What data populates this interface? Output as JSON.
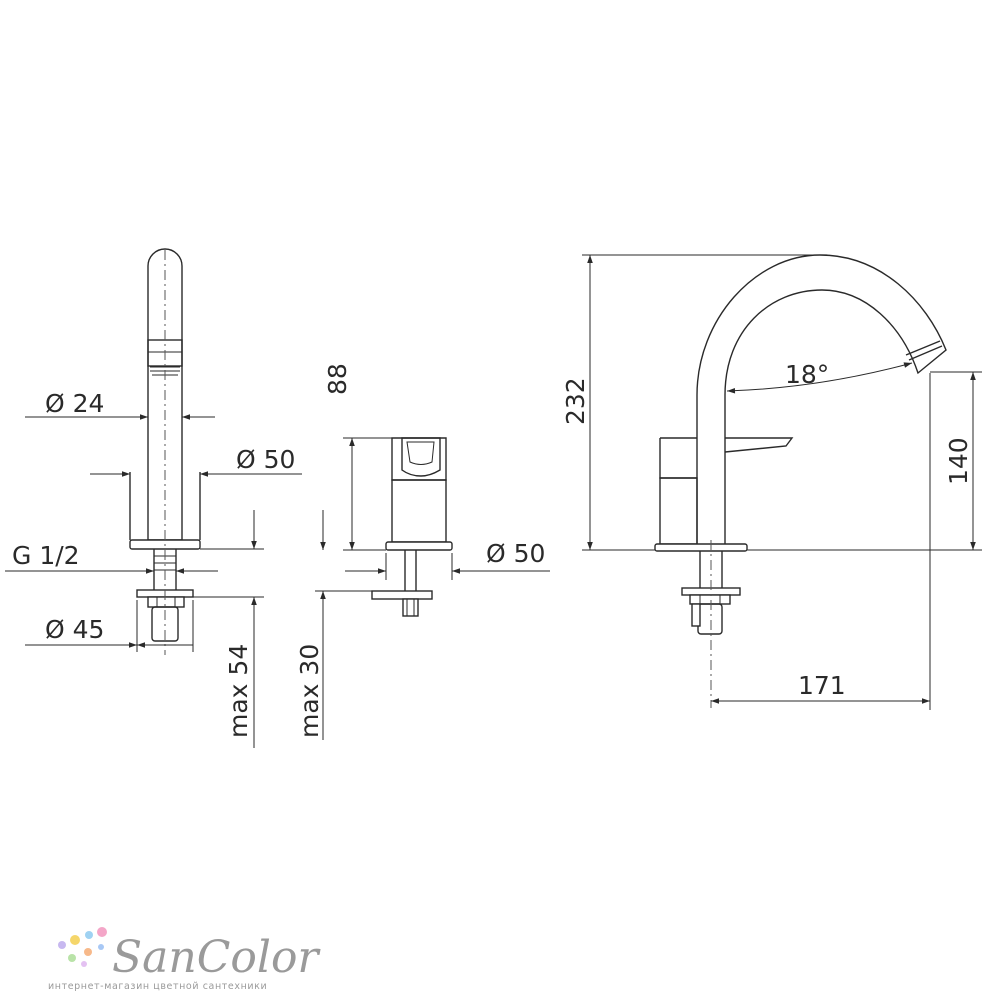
{
  "dimensions": {
    "spout_diameter": "Ø 24",
    "base_diameter_left": "Ø 50",
    "thread": "G 1/2",
    "flange_diameter": "Ø 45",
    "max_left": "max 54",
    "mixer_height": "88",
    "max_middle": "max 30",
    "base_diameter_middle": "Ø 50",
    "total_height": "232",
    "angle": "18°",
    "outlet_height": "140",
    "reach": "171"
  },
  "logo": {
    "brand": "SanColor",
    "tagline": "интернет-магазин цветной сантехники"
  }
}
